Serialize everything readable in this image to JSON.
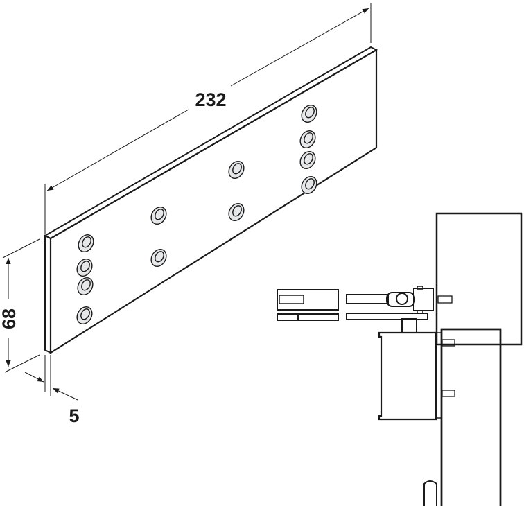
{
  "dimensions": {
    "length": "232",
    "height": "68",
    "thickness": "5"
  },
  "colors": {
    "plate_fill": "#e6e7e8",
    "seal_red": "#d0103a",
    "line": "#1a1a1a"
  }
}
